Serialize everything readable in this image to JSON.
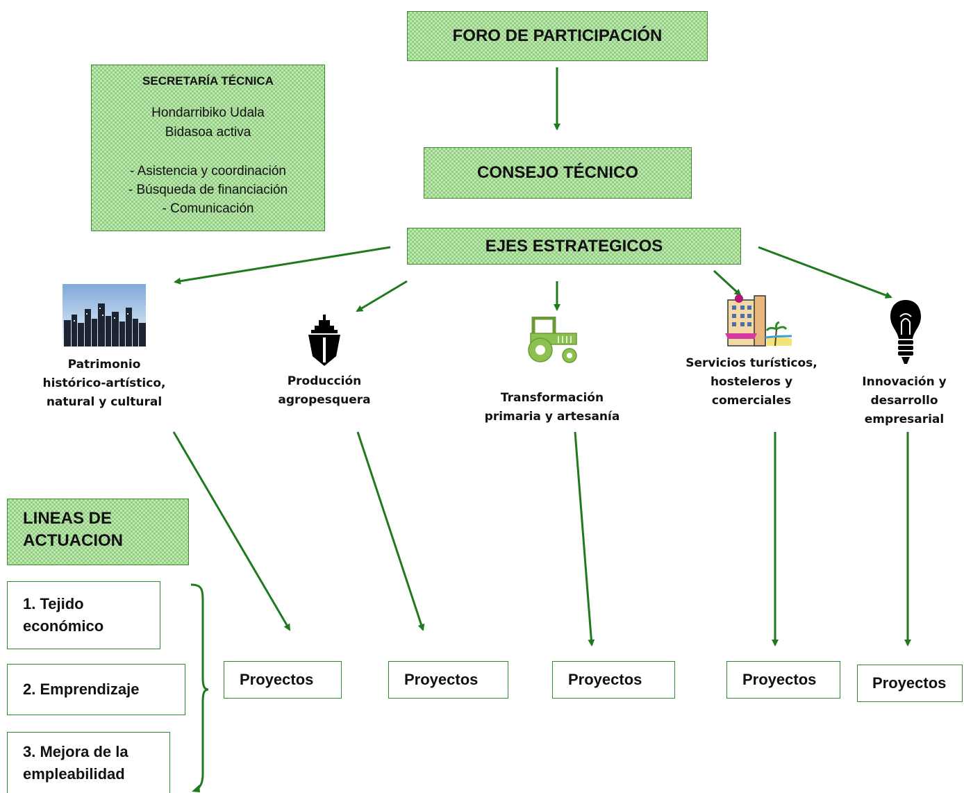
{
  "top": {
    "title": "FORO DE PARTICIPACIÓN"
  },
  "secretaria": {
    "title": "SECRETARÍA TÉCNICA",
    "org1": "Hondarribiko Udala",
    "org2": "Bidasoa activa",
    "tasks": [
      "- Asistencia y coordinación",
      "- Búsqueda de financiación",
      "- Comunicación"
    ]
  },
  "consejo": {
    "title": "CONSEJO TÉCNICO"
  },
  "ejes": {
    "title": "EJES ESTRATEGICOS",
    "items": [
      {
        "line1": "Patrimonio",
        "line2": "histórico-artístico,",
        "line3": "natural y cultural",
        "icon": "city-skyline-icon"
      },
      {
        "line1": "Producción",
        "line2": "agropesquera",
        "line3": "",
        "icon": "ship-icon"
      },
      {
        "line1": "Transformación",
        "line2": "primaria y artesanía",
        "line3": "",
        "icon": "tractor-icon"
      },
      {
        "line1": "Servicios turísticos,",
        "line2": "hosteleros y",
        "line3": "comerciales",
        "icon": "hotel-icon"
      },
      {
        "line1": "Innovación y",
        "line2": "desarrollo",
        "line3": "empresarial",
        "icon": "lightbulb-icon"
      }
    ]
  },
  "proyectos": [
    "Proyectos",
    "Proyectos",
    "Proyectos",
    "Proyectos",
    "Proyectos"
  ],
  "lineas": {
    "title_line1": "LINEAS DE",
    "title_line2": "ACTUACION",
    "items": [
      {
        "line1": "1. Tejido",
        "line2": "económico"
      },
      {
        "line1": "2. Emprendizaje",
        "line2": ""
      },
      {
        "line1": "3. Mejora de la",
        "line2": "empleabilidad"
      }
    ]
  },
  "colors": {
    "arrow": "#1f7a1f",
    "box_fill": "#8fd07c",
    "box_border": "#3a8a2e"
  }
}
